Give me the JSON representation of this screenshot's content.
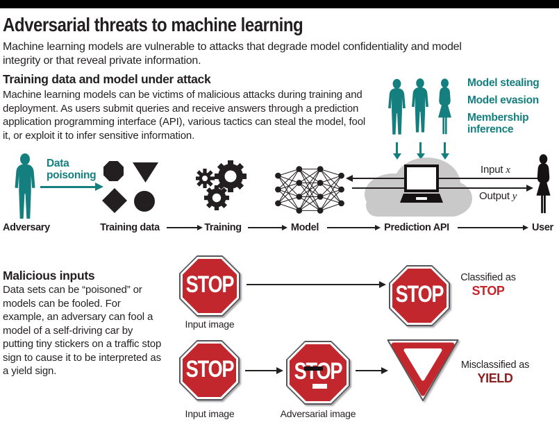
{
  "header": {
    "title": "Adversarial threats to machine learning",
    "subtitle": "Machine learning models are vulnerable to attacks that degrade model confidentiality and model integrity or that reveal private information."
  },
  "training": {
    "heading": "Training data and model under attack",
    "body": "Machine learning models can be victims of malicious attacks during training and deployment. As users submit queries and receive answers through a prediction application programming interface (API), various tactics can steal the model, fool it, or exploit it to infer sensitive information.",
    "attacks": {
      "model_stealing": "Model stealing",
      "model_evasion": "Model evasion",
      "membership_inference": "Membership inference"
    },
    "poisoning_label": "Data poisoning",
    "io": {
      "input_word": "Input ",
      "input_var": "x",
      "output_word": "Output ",
      "output_var": "y"
    },
    "pipeline": {
      "adversary": "Adversary",
      "training_data": "Training data",
      "training": "Training",
      "model": "Model",
      "api": "Prediction API",
      "user": "User"
    }
  },
  "malicious": {
    "heading": "Malicious inputs",
    "body": "Data sets can be “poisoned” or models can be fooled. For example, an adversary can fool a model of a self-driving car by putting tiny stickers on a traffic stop sign to cause it to be interpreted as a yield sign.",
    "stop_text": "STOP",
    "captions": {
      "input1": "Input image",
      "input2": "Input image",
      "adversarial": "Adversarial image"
    },
    "classified": {
      "prefix": "Classified as",
      "label": "STOP"
    },
    "misclassified": {
      "prefix": "Misclassified as",
      "label": "YIELD"
    }
  },
  "colors": {
    "teal": "#157f7f",
    "ink": "#231f20",
    "cloud_gray": "#c9c9c9",
    "sign_red": "#c1272d",
    "classified_red": "#c4262c",
    "yield_red": "#8e1f21"
  }
}
